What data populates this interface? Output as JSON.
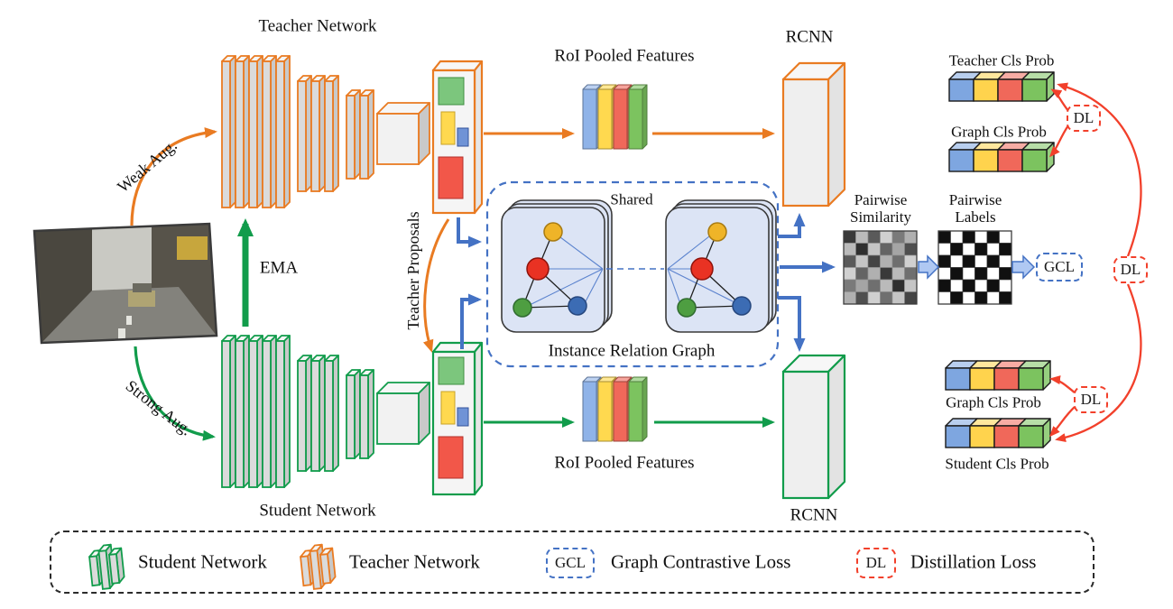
{
  "colors": {
    "teacher_orange": "#E97B22",
    "student_green": "#119C4B",
    "graph_blue": "#4472C4",
    "loss_red": "#F2402B",
    "node_yellow": "#EFB428",
    "node_red": "#E93223",
    "node_green": "#4E9E41",
    "node_blue": "#3C6CB4"
  },
  "networks": {
    "teacher": "Teacher Network",
    "student": "Student Network",
    "ema": "EMA"
  },
  "augment": {
    "weak": "Weak Aug.",
    "strong": "Strong Aug."
  },
  "proposals": {
    "teacher": "Teacher Proposals"
  },
  "roi": {
    "top_label": "RoI Pooled Features",
    "bottom_label": "RoI Pooled Features",
    "colors": [
      "#8FB3E8",
      "#FFD94F",
      "#F0685A",
      "#7CC35F"
    ]
  },
  "rcnn": {
    "top": "RCNN",
    "bottom": "RCNN"
  },
  "graph": {
    "shared": "Shared",
    "title": "Instance Relation Graph"
  },
  "pairwise": {
    "similarity_label": "Pairwise\nSimilarity",
    "labels_label": "Pairwise\nLabels",
    "similarity_matrix": [
      [
        0.85,
        0.25,
        0.7,
        0.15,
        0.55,
        0.3
      ],
      [
        0.25,
        0.9,
        0.2,
        0.65,
        0.35,
        0.75
      ],
      [
        0.7,
        0.2,
        0.8,
        0.3,
        0.6,
        0.15
      ],
      [
        0.15,
        0.65,
        0.3,
        0.85,
        0.25,
        0.6
      ],
      [
        0.55,
        0.35,
        0.6,
        0.25,
        0.9,
        0.2
      ],
      [
        0.3,
        0.75,
        0.15,
        0.6,
        0.2,
        0.8
      ]
    ],
    "labels_matrix": [
      [
        1,
        0,
        1,
        0,
        1,
        0
      ],
      [
        0,
        1,
        0,
        1,
        0,
        1
      ],
      [
        1,
        0,
        1,
        0,
        1,
        0
      ],
      [
        0,
        1,
        0,
        1,
        0,
        1
      ],
      [
        1,
        0,
        1,
        0,
        1,
        0
      ],
      [
        0,
        1,
        0,
        1,
        0,
        1
      ]
    ]
  },
  "losses": {
    "gcl": "GCL",
    "dl": "DL"
  },
  "probs": {
    "teacher": "Teacher Cls Prob",
    "graph_top": "Graph Cls Prob",
    "graph_bottom": "Graph Cls Prob",
    "student": "Student Cls Prob",
    "teacher_bar": [
      "#7EA6E0",
      "#FFD34D",
      "#F0685A",
      "#7CC35F"
    ],
    "graph_top_bar": [
      "#7EA6E0",
      "#FFD34D",
      "#F0685A",
      "#7CC35F"
    ],
    "graph_bottom_bar": [
      "#7EA6E0",
      "#FFD34D",
      "#F0685A",
      "#7CC35F"
    ],
    "student_bar": [
      "#7EA6E0",
      "#FFD34D",
      "#F0685A",
      "#7CC35F"
    ]
  },
  "legend": {
    "student": "Student Network",
    "teacher": "Teacher Network",
    "gcl_abbr": "GCL",
    "gcl": "Graph Contrastive Loss",
    "dl_abbr": "DL",
    "dl": "Distillation Loss"
  }
}
